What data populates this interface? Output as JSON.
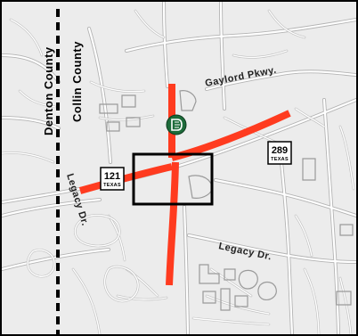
{
  "labels": {
    "county_west": "Denton County",
    "county_east": "Collin County",
    "gaylord": "Gaylord Pkwy.",
    "legacy_west": "Legacy Dr.",
    "legacy_east": "Legacy Dr."
  },
  "shields": [
    {
      "number": "121",
      "state": "TEXAS"
    },
    {
      "number": "289",
      "state": "TEXAS"
    }
  ],
  "poi": {
    "icon": "library-book-icon"
  },
  "colors": {
    "highway": "#ff3b1f",
    "poi_fill": "#1d6b3a",
    "background": "#ececec",
    "boundary": "#000000"
  }
}
